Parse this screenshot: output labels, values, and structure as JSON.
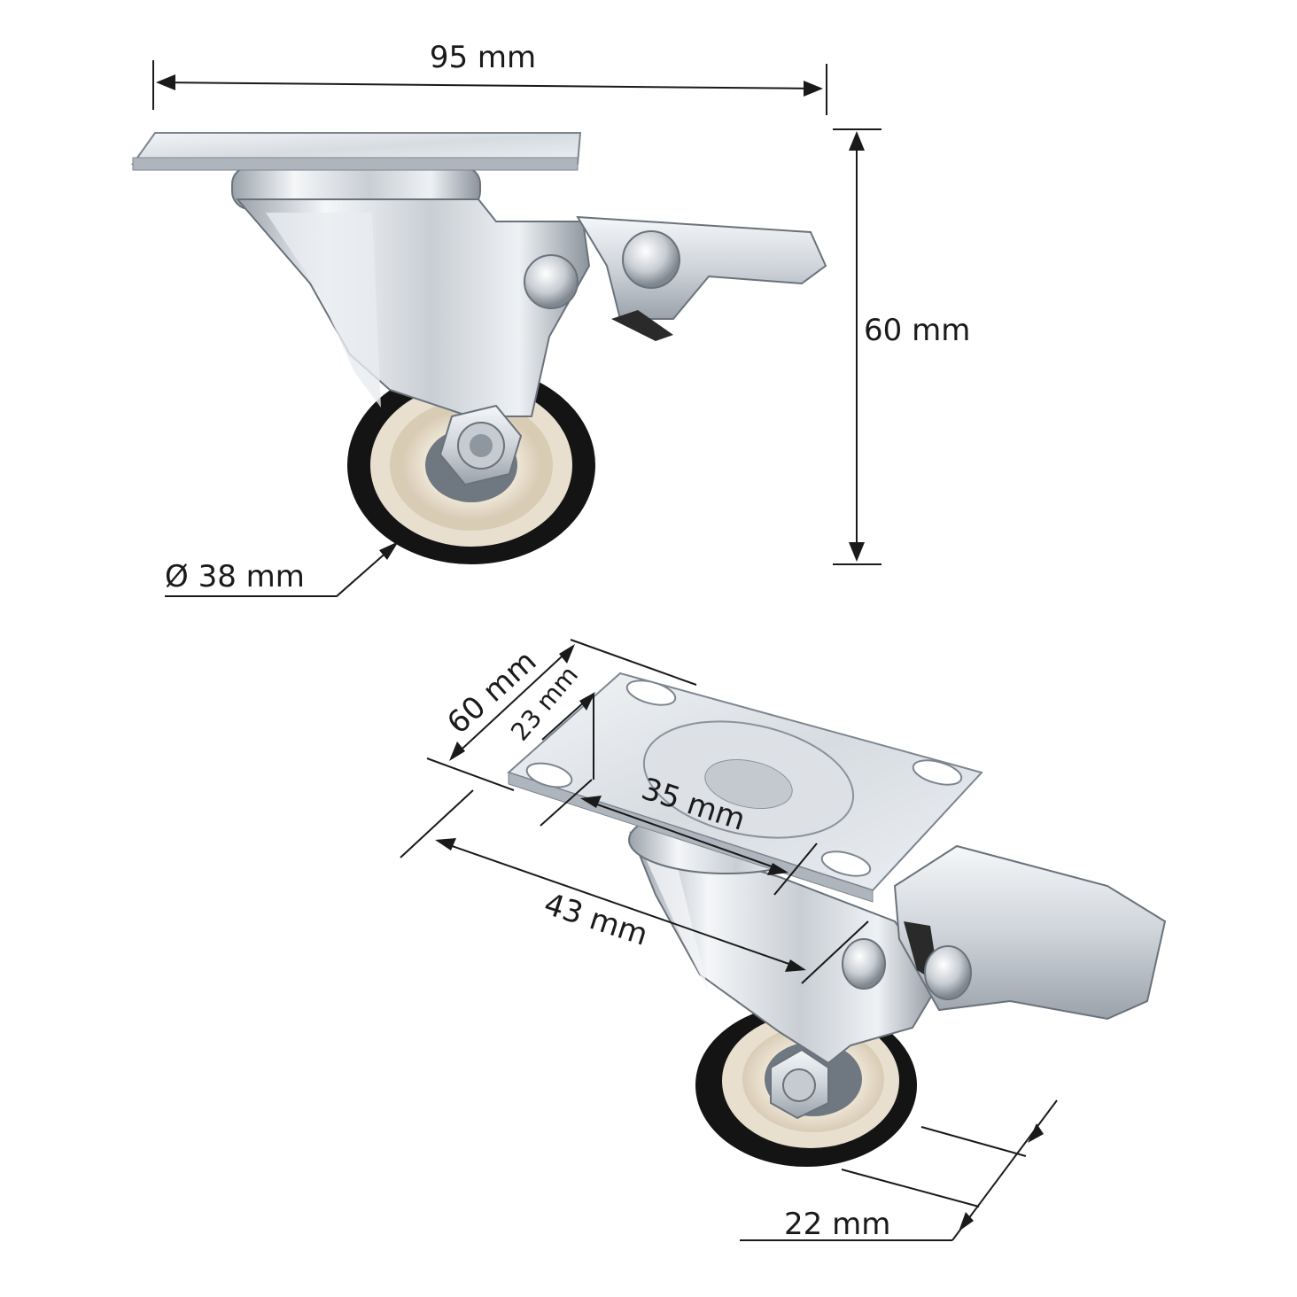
{
  "dimensions": {
    "top_width": "95 mm",
    "top_height": "60 mm",
    "wheel_diameter": "Ø 38 mm",
    "plate_length": "60 mm",
    "hole_spacing_short": "23 mm",
    "hole_spacing_long": "35 mm",
    "plate_width": "43 mm",
    "wheel_width": "22 mm"
  },
  "colors": {
    "metal_light": "#eef1f4",
    "metal_mid": "#c4cad1",
    "metal_dark": "#7d8590",
    "tire": "#141414",
    "hub": "#e9dfcf",
    "line": "#1a1a1a"
  },
  "icons": {
    "top_view": "swivel-caster-with-brake-icon",
    "angled_view": "swivel-caster-angled-icon"
  }
}
